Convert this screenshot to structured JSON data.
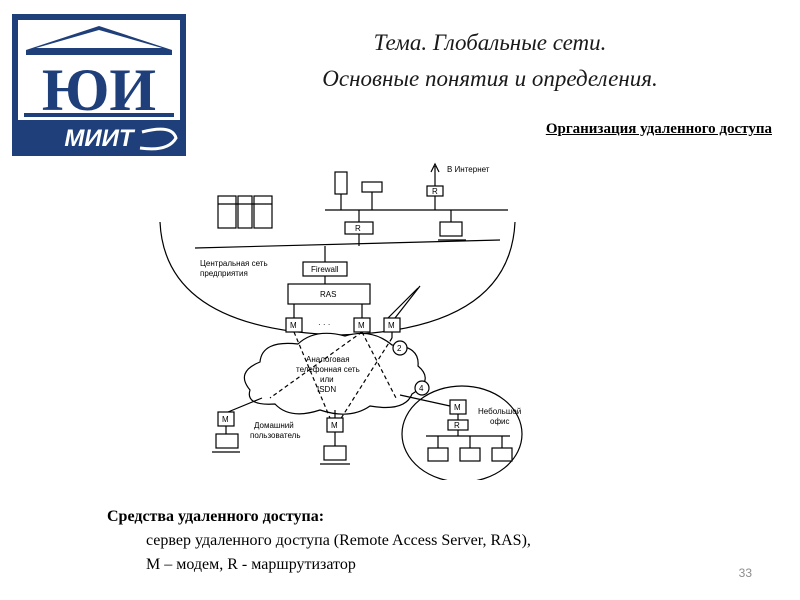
{
  "logo": {
    "top_text": "ЮИ",
    "bottom_text": "МИИТ",
    "colors": {
      "primary": "#1f3f7a",
      "background": "#ffffff"
    }
  },
  "header": {
    "title_line1": "Тема. Глобальные сети.",
    "title_line2": "Основные понятия и определения."
  },
  "subtitle": "Организация удаленного доступа",
  "diagram": {
    "internet_label": "В Интернет",
    "router_label": "R",
    "central_network_line1": "Центральная сеть",
    "central_network_line2": "предприятия",
    "firewall_label": "Firewall",
    "ras_label": "RAS",
    "modem_label": "M",
    "dots": "· · ·",
    "cloud_line1": "Аналоговая",
    "cloud_line2": "телефонная сеть",
    "cloud_line3": "или",
    "cloud_line4": "ISDN",
    "marker_2": "2",
    "marker_4": "4",
    "home_user_line1": "Домашний",
    "home_user_line2": "пользователь",
    "small_office_line1": "Небольшой",
    "small_office_line2": "офис"
  },
  "caption": {
    "heading": "Средства удаленного доступа:",
    "line1": "сервер удаленного доступа (Remote Access Server, RAS),",
    "line2": "М – модем,   R - маршрутизатор"
  },
  "page_number": "33"
}
